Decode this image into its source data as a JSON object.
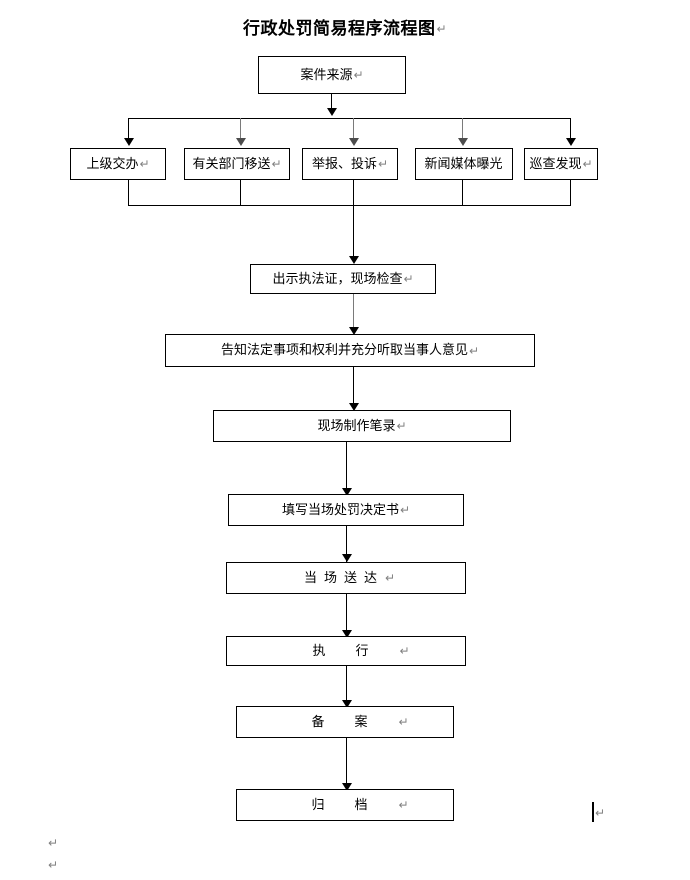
{
  "document": {
    "title": "行政处罚简易程序流程图",
    "title_mark": "↵",
    "return_mark": "↵"
  },
  "flowchart": {
    "type": "flowchart",
    "orientation": "top-to-bottom",
    "source_node": {
      "id": "case-source",
      "label": "案件来源",
      "mark": "↵"
    },
    "source_branches": [
      {
        "id": "branch-1",
        "label": "上级交办",
        "mark": "↵"
      },
      {
        "id": "branch-2",
        "label": "有关部门移送",
        "mark": "↵"
      },
      {
        "id": "branch-3",
        "label": "举报、投诉",
        "mark": "↵"
      },
      {
        "id": "branch-4",
        "label": "新闻媒体曝光",
        "mark": ""
      },
      {
        "id": "branch-5",
        "label": "巡查发现",
        "mark": "↵"
      }
    ],
    "steps": [
      {
        "id": "step-1",
        "label": "出示执法证，现场检查",
        "mark": "↵",
        "spacing": "normal"
      },
      {
        "id": "step-2",
        "label": "告知法定事项和权利并充分听取当事人意见",
        "mark": "↵",
        "spacing": "normal"
      },
      {
        "id": "step-3",
        "label": "现场制作笔录",
        "mark": "↵",
        "spacing": "normal"
      },
      {
        "id": "step-4",
        "label": "填写当场处罚决定书",
        "mark": "↵",
        "spacing": "normal"
      },
      {
        "id": "step-5",
        "label": "当场送达",
        "mark": "↵",
        "spacing": "wide"
      },
      {
        "id": "step-6",
        "label": "执行",
        "mark": "↵",
        "spacing": "extra-wide"
      },
      {
        "id": "step-7",
        "label": "备案",
        "mark": "↵",
        "spacing": "extra-wide"
      },
      {
        "id": "step-8",
        "label": "归档",
        "mark": "↵",
        "spacing": "extra-wide"
      }
    ],
    "trailing_marks": [
      "↵",
      "↵"
    ],
    "cursor_mark": "↵",
    "colors": {
      "line": "#000000",
      "line_gray": "#7a7a7a",
      "mark": "#808080",
      "background": "#ffffff"
    }
  }
}
